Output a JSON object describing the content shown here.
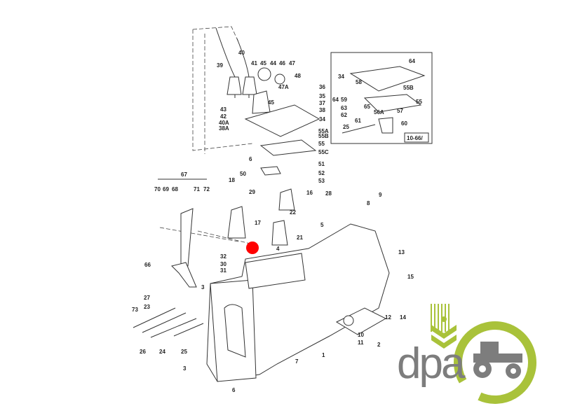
{
  "diagram": {
    "title": "Transmission housing & shift cover exploded view",
    "inset_ref": "10-66/",
    "labels": {
      "top": [
        "40",
        "39",
        "41",
        "45",
        "44",
        "46",
        "47",
        "48",
        "47A",
        "36",
        "35",
        "37",
        "45",
        "43",
        "38",
        "42",
        "34",
        "40A",
        "38A",
        "55A",
        "55B",
        "55",
        "55C",
        "6",
        "51",
        "50",
        "52",
        "53"
      ],
      "inset": [
        "64",
        "34",
        "58",
        "55B",
        "64",
        "59",
        "55",
        "63",
        "65",
        "56A",
        "57",
        "62",
        "61",
        "60",
        "25"
      ],
      "middle": [
        "67",
        "70",
        "69",
        "68",
        "71",
        "72",
        "18",
        "29",
        "16",
        "28",
        "22",
        "17",
        "5",
        "21",
        "4",
        "32",
        "30",
        "31",
        "66",
        "9",
        "8",
        "13",
        "15"
      ],
      "bottom": [
        "12",
        "14",
        "10",
        "11",
        "2",
        "1",
        "7",
        "3",
        "27",
        "23",
        "73",
        "26",
        "24",
        "25",
        "3",
        "6"
      ]
    },
    "highlight_color": "#ff0000"
  },
  "logo": {
    "text": "dpa",
    "green": "#a9c23a",
    "gray": "#7d7d7d"
  }
}
